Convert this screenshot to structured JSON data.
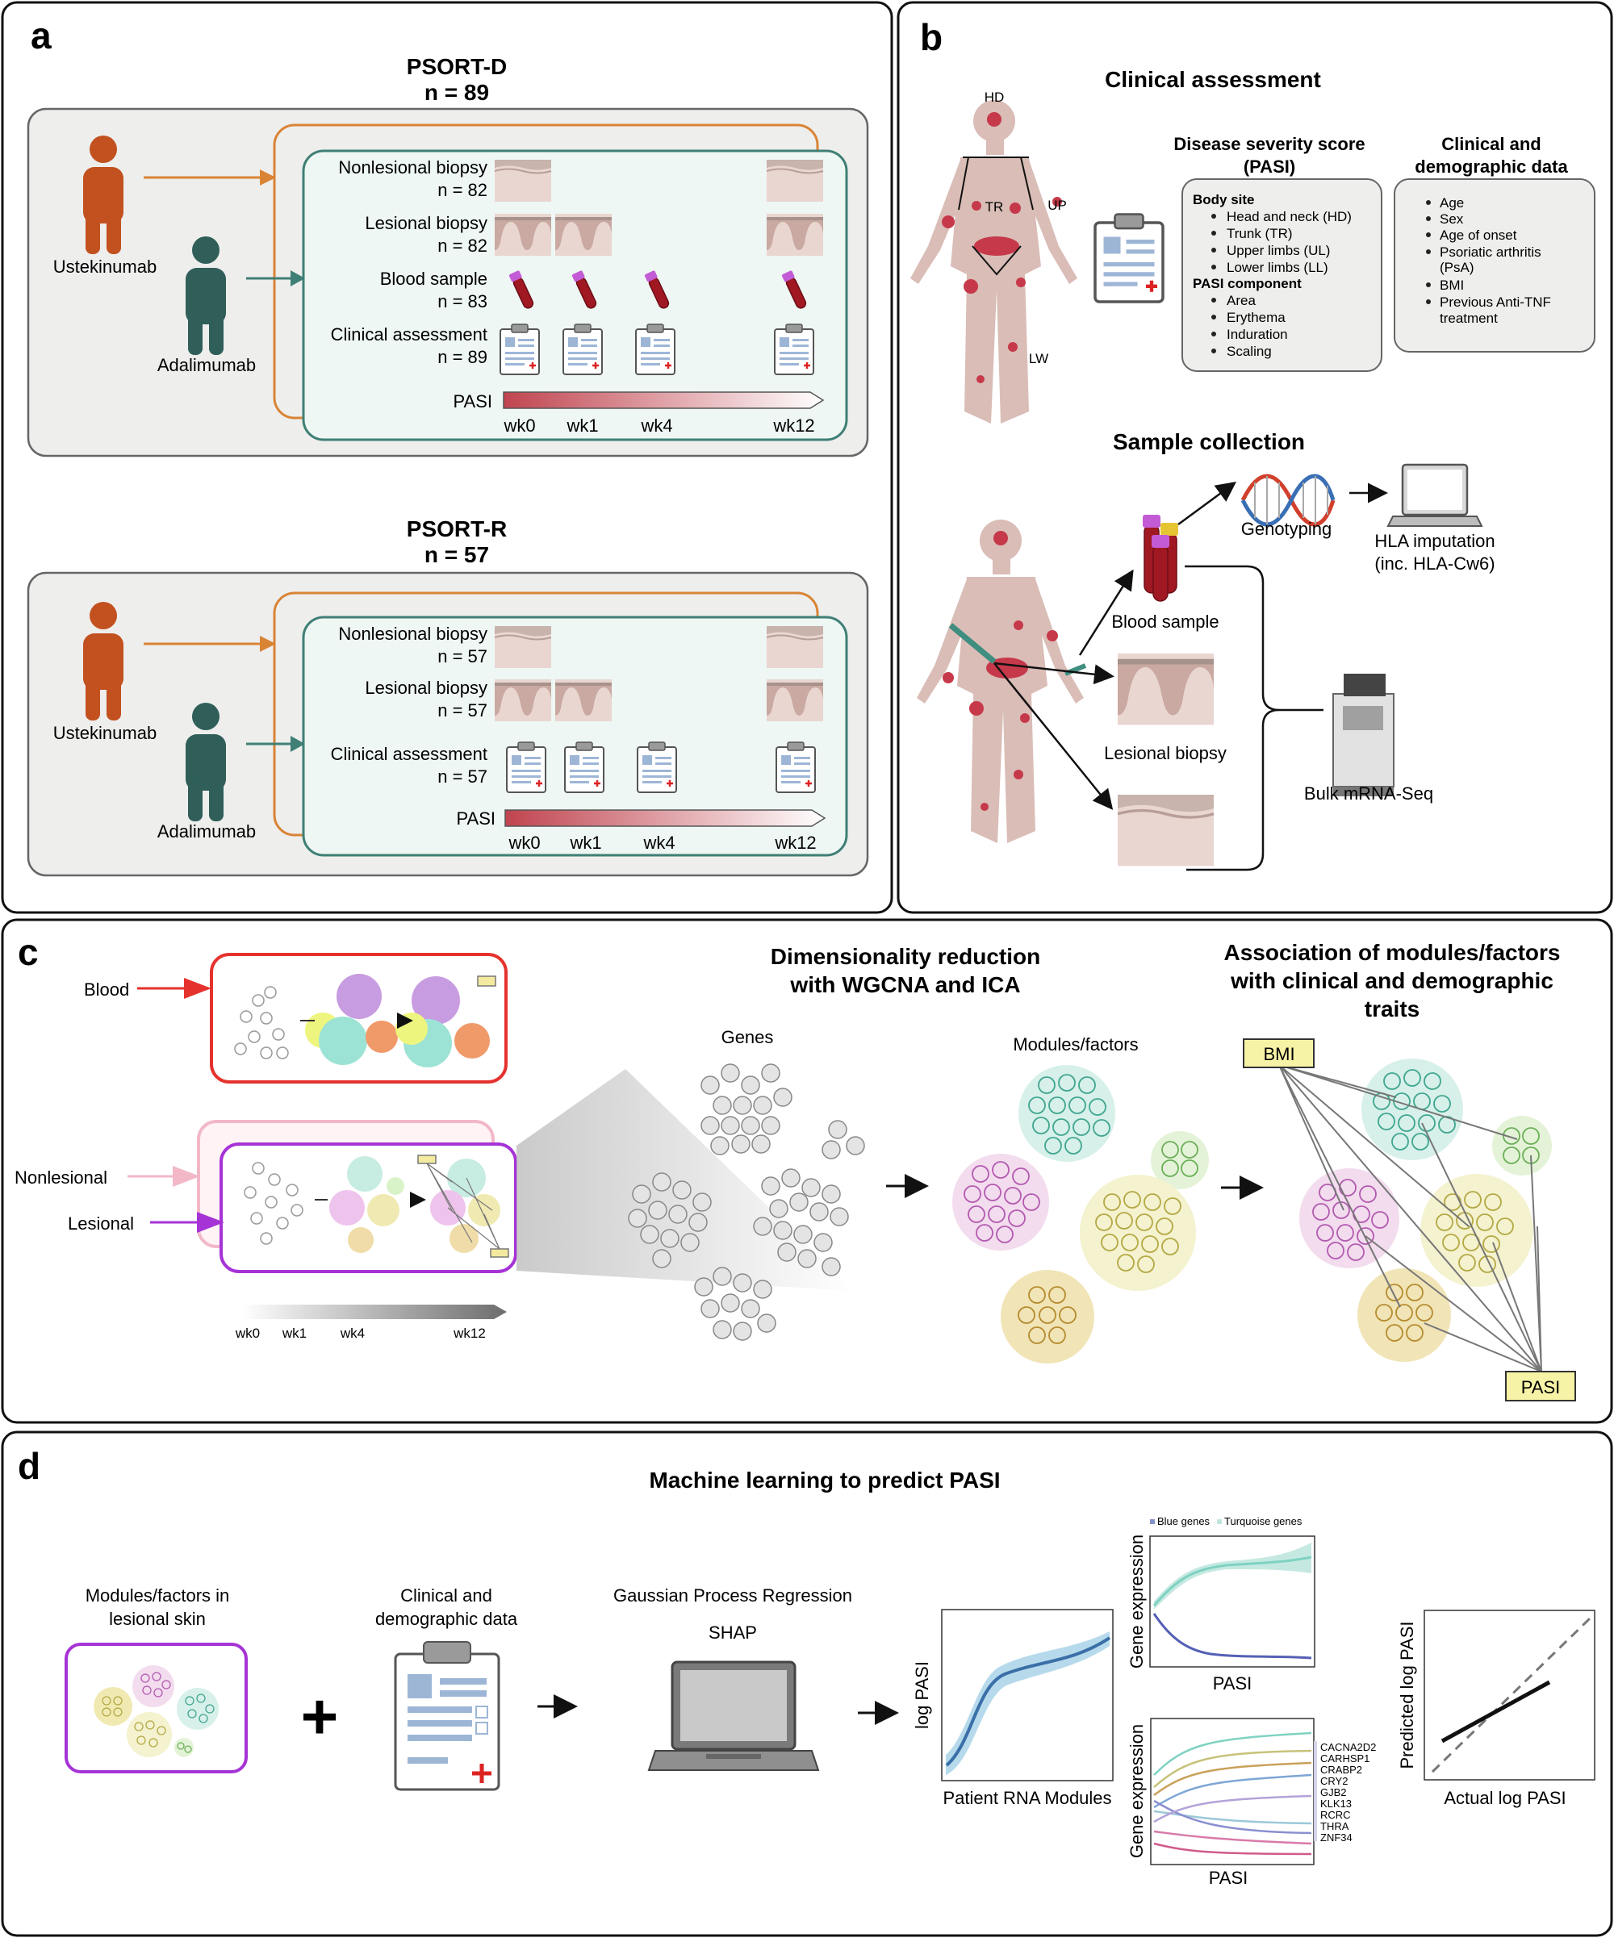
{
  "panel_a": {
    "letter": "a",
    "cohort_d": {
      "title": "PSORT-D",
      "n": "n = 89",
      "drug1": "Ustekinumab",
      "drug2": "Adalimumab",
      "rows": [
        {
          "label": "Nonlesional biopsy",
          "n": "n = 82"
        },
        {
          "label": "Lesional biopsy",
          "n": "n = 82"
        },
        {
          "label": "Blood sample",
          "n": "n = 83"
        },
        {
          "label": "Clinical assessment",
          "n": "n = 89"
        }
      ],
      "pasi": "PASI",
      "weeks": [
        "wk0",
        "wk1",
        "wk4",
        "wk12"
      ]
    },
    "cohort_r": {
      "title": "PSORT-R",
      "n": "n = 57",
      "drug1": "Ustekinumab",
      "drug2": "Adalimumab",
      "rows": [
        {
          "label": "Nonlesional biopsy",
          "n": "n = 57"
        },
        {
          "label": "Lesional biopsy",
          "n": "n = 57"
        },
        {
          "label": "Clinical assessment",
          "n": "n = 57"
        }
      ],
      "pasi": "PASI",
      "weeks": [
        "wk0",
        "wk1",
        "wk4",
        "wk12"
      ]
    }
  },
  "panel_b": {
    "letter": "b",
    "clinical_title": "Clinical assessment",
    "body_labels": {
      "hd": "HD",
      "tr": "TR",
      "up": "UP",
      "lw": "LW"
    },
    "severity_title_1": "Disease severity score",
    "severity_title_2": "(PASI)",
    "body_site_head": "Body site",
    "body_sites": [
      "Head and neck (HD)",
      "Trunk (TR)",
      "Upper limbs (UL)",
      "Lower limbs (LL)"
    ],
    "component_head": "PASI component",
    "components": [
      "Area",
      "Erythema",
      "Induration",
      "Scaling"
    ],
    "demo_title_1": "Clinical and",
    "demo_title_2": "demographic data",
    "demo_items": [
      "Age",
      "Sex",
      "Age of onset",
      "Psoriatic arthritis",
      "(PsA)",
      "BMI",
      "Previous Anti-TNF",
      "treatment"
    ],
    "sample_title": "Sample collection",
    "genotyping": "Genotyping",
    "hla_1": "HLA imputation",
    "hla_2": "(inc. HLA-Cw6)",
    "blood_sample": "Blood sample",
    "lesional_biopsy": "Lesional biopsy",
    "bulk": "Bulk mRNA-Seq"
  },
  "panel_c": {
    "letter": "c",
    "blood": "Blood",
    "nonlesional": "Nonlesional",
    "lesional": "Lesional",
    "weeks": [
      "wk0",
      "wk1",
      "wk4",
      "wk12"
    ],
    "dimred_1": "Dimensionality reduction",
    "dimred_2": "with WGCNA and ICA",
    "genes": "Genes",
    "modules": "Modules/factors",
    "assoc_1": "Association of modules/factors",
    "assoc_2": "with clinical and demographic",
    "assoc_3": "traits",
    "bmi": "BMI",
    "pasi": "PASI"
  },
  "panel_d": {
    "letter": "d",
    "title": "Machine learning to predict PASI",
    "modules_1": "Modules/factors in",
    "modules_2": "lesional skin",
    "plus": "+",
    "clinical_1": "Clinical and",
    "clinical_2": "demographic data",
    "gpr": "Gaussian Process Regression",
    "shap": "SHAP",
    "plot1_ylabel": "log PASI",
    "plot1_xlabel": "Patient RNA Modules",
    "plot2_legend1": "Blue genes",
    "plot2_legend2": "Turquoise genes",
    "plot2_ylabel": "Gene expression",
    "plot2_xlabel": "PASI",
    "plot3_ylabel": "Gene expression",
    "plot3_xlabel": "PASI",
    "plot3_genes": [
      "CACNA2D2",
      "CARHSP1",
      "CRABP2",
      "CRY2",
      "GJB2",
      "KLK13",
      "RCRC",
      "THRA",
      "ZNF34"
    ],
    "plot4_ylabel": "Predicted log PASI",
    "plot4_xlabel": "Actual log PASI"
  },
  "colors": {
    "ustekinumab": "#c2511f",
    "adalimumab": "#2f5f58",
    "teal": "#3f7f75",
    "pasi_red": "#c0444f",
    "blood_red": "#e5322d",
    "lesional_purple": "#a633d6",
    "nonlesional_pink": "#f2b8c8"
  }
}
